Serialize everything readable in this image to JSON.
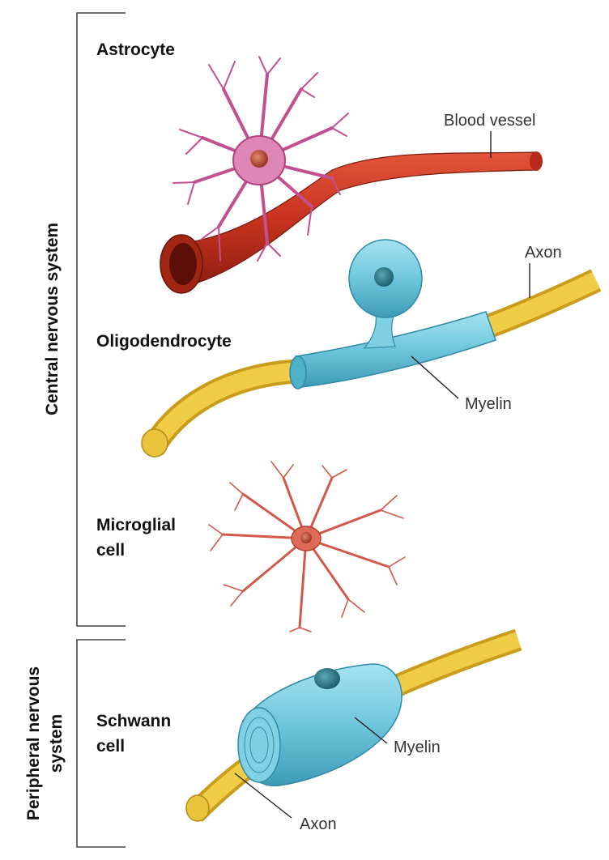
{
  "groups": {
    "cns": "Central nervous system",
    "pns_line1": "Peripheral nervous",
    "pns_line2": "system"
  },
  "cells": {
    "astrocyte": "Astrocyte",
    "oligodendrocyte": "Oligodendrocyte",
    "microglial_line1": "Microglial",
    "microglial_line2": "cell",
    "schwann_line1": "Schwann",
    "schwann_line2": "cell"
  },
  "parts": {
    "blood_vessel": "Blood vessel",
    "axon_top": "Axon",
    "myelin_top": "Myelin",
    "myelin_bottom": "Myelin",
    "axon_bottom": "Axon"
  },
  "colors": {
    "vessel": "#c8331f",
    "astrocyte": "#d26aa0",
    "axon": "#e8c23a",
    "myelin": "#6ec6dc",
    "microglia": "#d2584a"
  }
}
